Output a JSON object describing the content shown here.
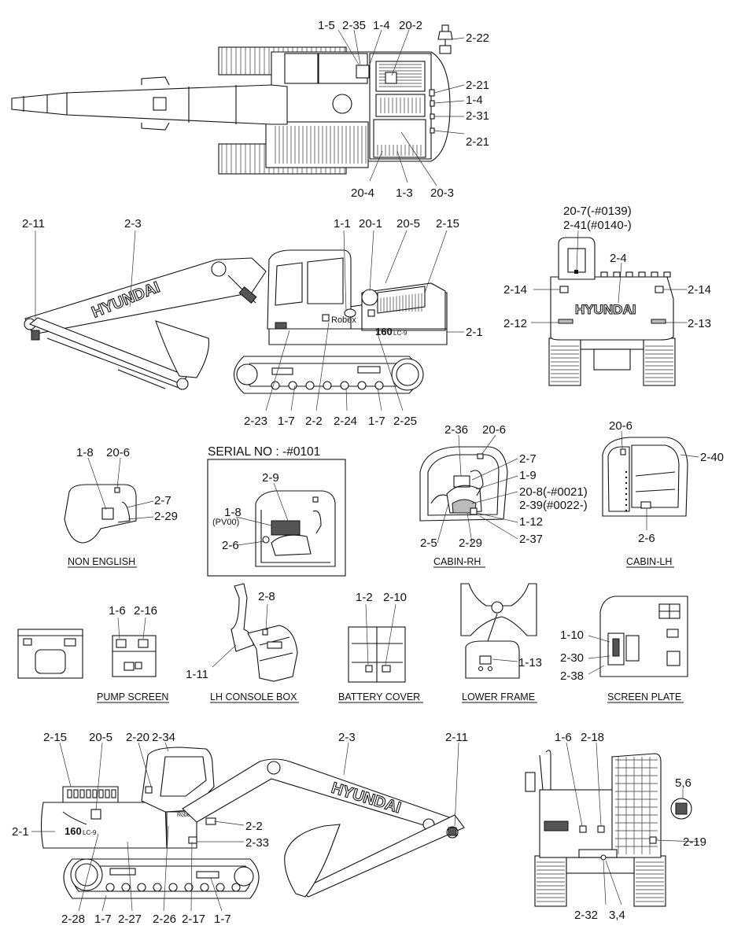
{
  "serial_box": {
    "title": "SERIAL NO : -#0101",
    "sub_label": "(PV00)"
  },
  "captions": {
    "non_english": "NON ENGLISH",
    "cabin_rh": "CABIN-RH",
    "cabin_lh": "CABIN-LH",
    "pump_screen": "PUMP SCREEN",
    "lh_console_box": "LH CONSOLE BOX",
    "battery_cover": "BATTERY COVER",
    "lower_frame": "LOWER FRAME",
    "screen_plate": "SCREEN PLATE"
  },
  "decal_text": {
    "brand": "HYUNDAI",
    "model": "160",
    "model_suffix": "LC-9",
    "plate": "Robex"
  },
  "callouts": {
    "top_view": [
      "1-5",
      "2-35",
      "1-4",
      "20-2",
      "2-22",
      "2-21",
      "1-4",
      "2-31",
      "2-21",
      "20-4",
      "1-3",
      "20-3"
    ],
    "right_side_view": [
      "2-11",
      "2-3",
      "1-1",
      "20-1",
      "20-5",
      "2-15",
      "2-1",
      "2-23",
      "1-7",
      "2-2",
      "2-24",
      "1-7",
      "2-25"
    ],
    "rear_view": [
      "20-7(-#0139)",
      "2-41(#0140-)",
      "2-4",
      "2-14",
      "2-14",
      "2-12",
      "2-13"
    ],
    "non_english": [
      "1-8",
      "20-6",
      "2-7",
      "2-29"
    ],
    "serial_box": [
      "2-9",
      "1-8",
      "2-6"
    ],
    "cabin_rh": [
      "2-36",
      "20-6",
      "2-7",
      "1-9",
      "20-8(-#0021)",
      "2-39(#0022-)",
      "1-12",
      "2-5",
      "2-29",
      "2-37"
    ],
    "cabin_lh": [
      "20-6",
      "2-40",
      "2-6"
    ],
    "pump_screen": [
      "1-6",
      "2-16"
    ],
    "lh_console_box": [
      "2-8",
      "1-11"
    ],
    "battery_cover": [
      "1-2",
      "2-10"
    ],
    "lower_frame": [
      "1-13"
    ],
    "screen_plate": [
      "1-10",
      "2-30",
      "2-38"
    ],
    "left_side_view": [
      "2-15",
      "20-5",
      "2-20",
      "2-34",
      "2-3",
      "2-11",
      "2-2",
      "2-33",
      "2-1",
      "2-28",
      "1-7",
      "2-27",
      "2-26",
      "2-17",
      "1-7"
    ],
    "front_view": [
      "1-6",
      "2-18",
      "5,6",
      "2-19",
      "2-32",
      "3,4"
    ]
  }
}
